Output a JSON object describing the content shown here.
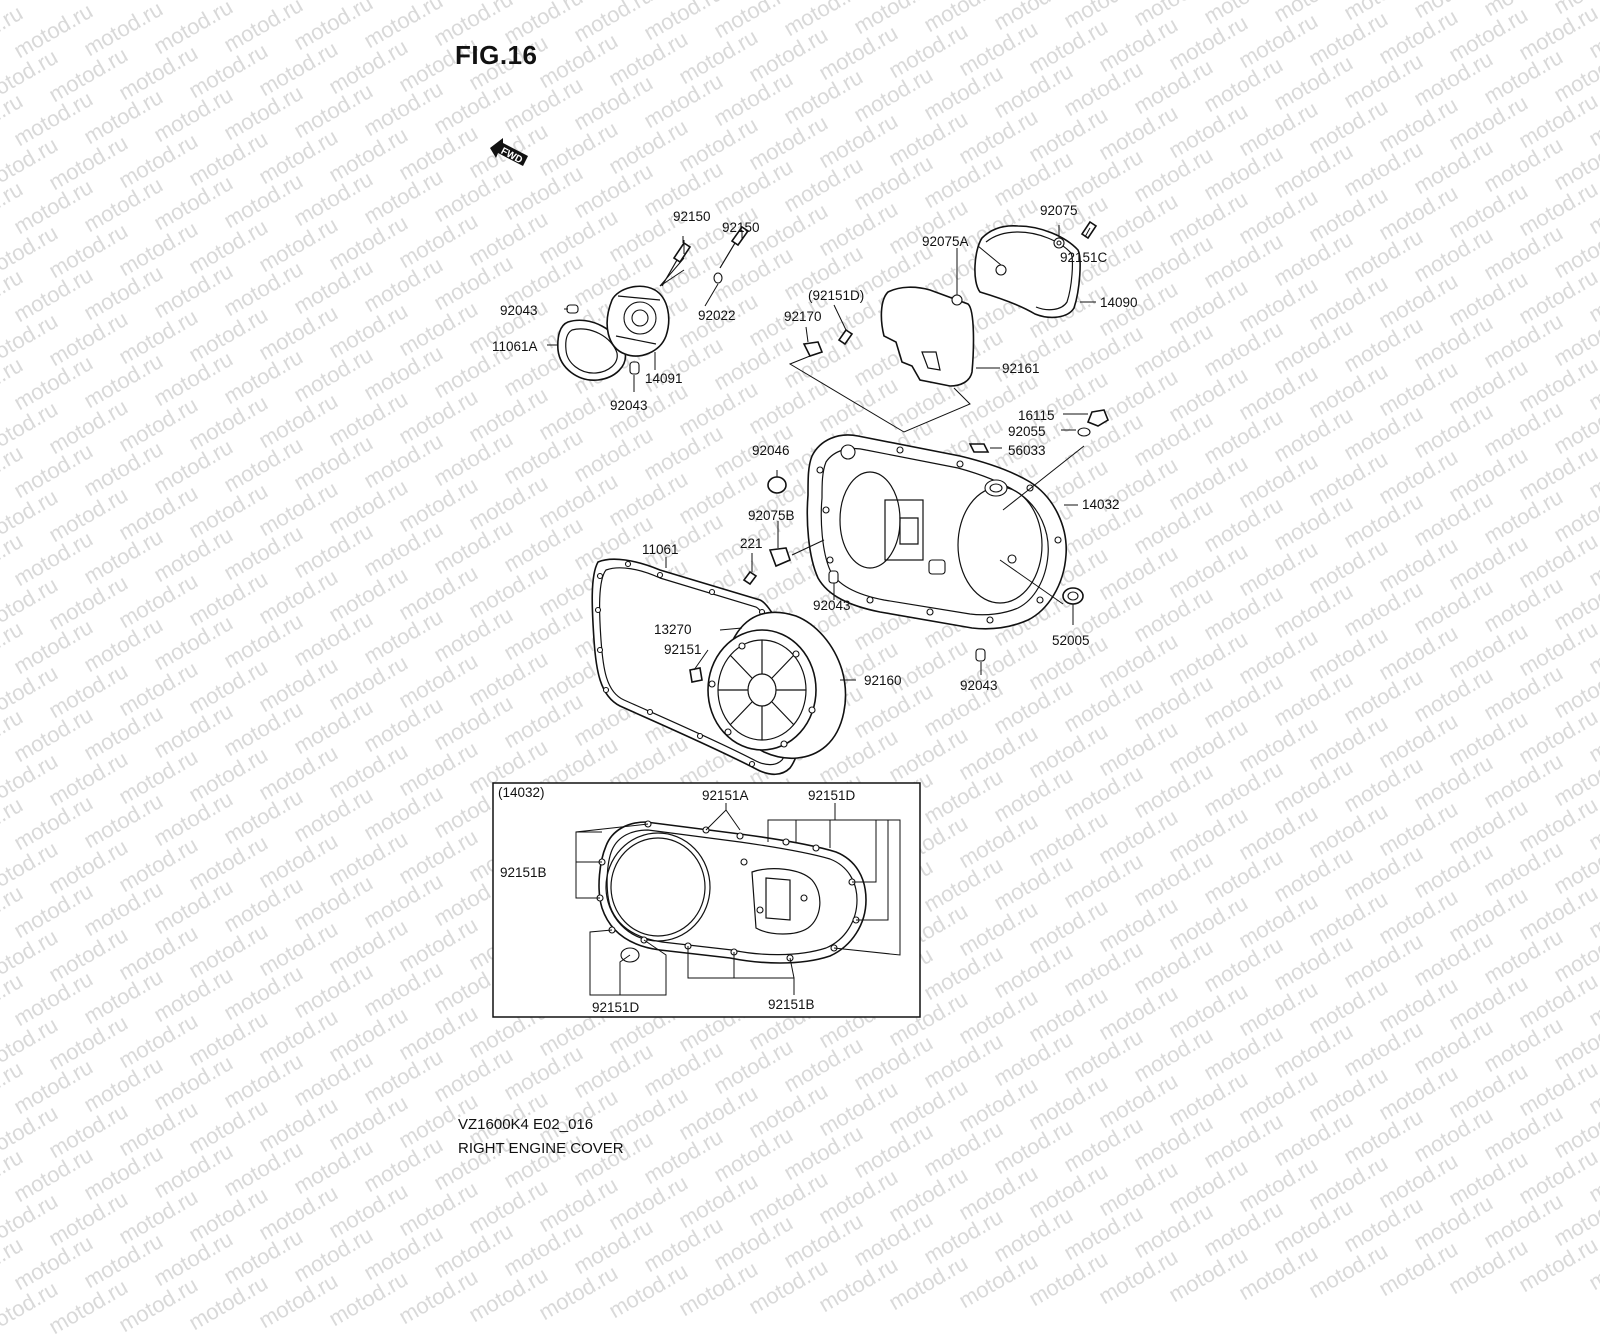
{
  "figure": {
    "title": "FIG.16",
    "model_code": "VZ1600K4 E02_016",
    "caption": "RIGHT ENGINE COVER",
    "direction_arrow_label": "FWD",
    "watermark": "motod.ru"
  },
  "callouts": {
    "p92150a": "92150",
    "p92150b": "92150",
    "p92043_top": "92043",
    "p92022": "92022",
    "p11061A": "11061A",
    "p14091": "14091",
    "p92043_bot": "92043",
    "p92151D_paren": "(92151D)",
    "p92170": "92170",
    "p92075": "92075",
    "p92075A": "92075A",
    "p92151C": "92151C",
    "p14090": "14090",
    "p92161": "92161",
    "p16115": "16115",
    "p92055": "92055",
    "p56033": "56033",
    "p92046": "92046",
    "p14032": "14032",
    "p92075B": "92075B",
    "p221": "221",
    "p11061": "11061",
    "p92043_mid": "92043",
    "p52005": "52005",
    "p13270": "13270",
    "p92151": "92151",
    "p92160": "92160",
    "p92043_right": "92043"
  },
  "inset": {
    "title": "(14032)",
    "labels": {
      "p92151A": "92151A",
      "p92151D_top": "92151D",
      "p92151B_left": "92151B",
      "p92151D_bottom": "92151D",
      "p92151B_bottom": "92151B"
    }
  }
}
